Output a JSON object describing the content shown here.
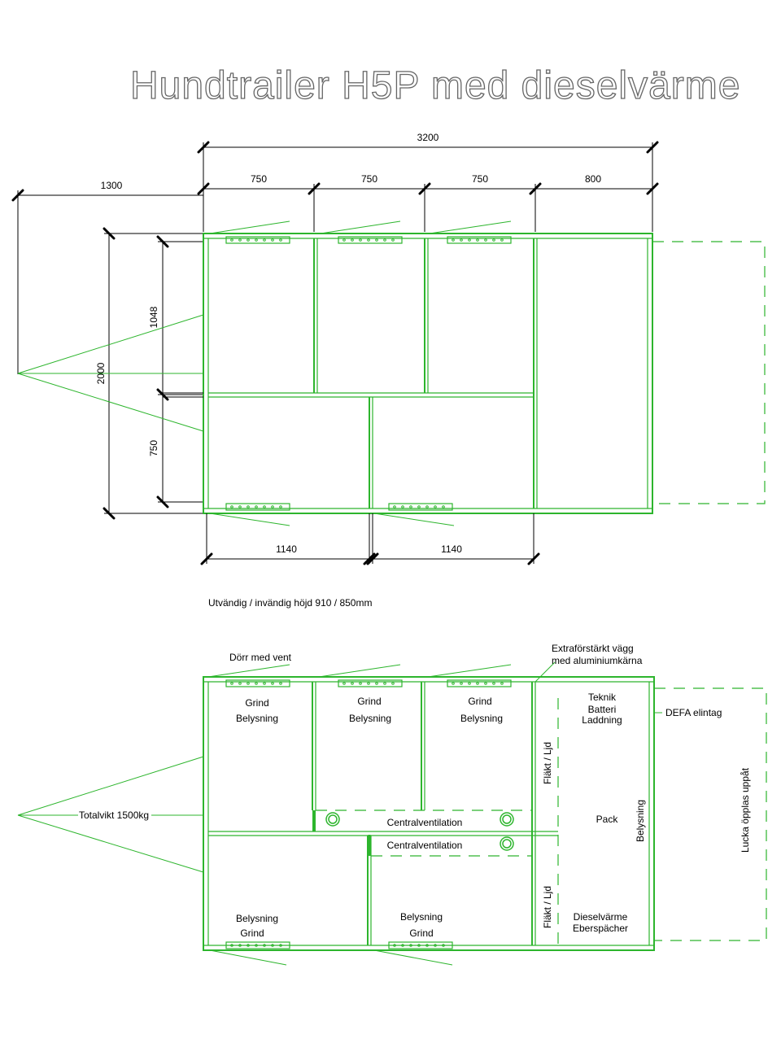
{
  "title": "Hundtrailer H5P med dieselvärme",
  "dimensions": {
    "total_length": "3200",
    "seg1": "750",
    "seg2": "750",
    "seg3": "750",
    "seg4": "800",
    "drawbar": "1300",
    "width": "2000",
    "upper_depth": "1048",
    "lower_depth": "750",
    "lower_left": "1140",
    "lower_right": "1140"
  },
  "height_note": "Utvändig / invändig höjd 910 / 850mm",
  "labels": {
    "door_vent": "Dörr med vent",
    "reinforced_1": "Extraförstärkt vägg",
    "reinforced_2": "med aluminiumkärna",
    "grind": "Grind",
    "belysning": "Belysning",
    "teknik": "Teknik",
    "batteri": "Batteri",
    "laddning": "Laddning",
    "defa": "DEFA elintag",
    "flakt_ljud": "Fläkt / Ljd",
    "pack": "Pack",
    "lucka": "Lucka öpplas uppåt",
    "totalvikt": "Totalvikt 1500kg",
    "central_vent": "Centralventilation",
    "dieselvarme": "Dieselvärme",
    "eberspacher": "Eberspächer"
  }
}
